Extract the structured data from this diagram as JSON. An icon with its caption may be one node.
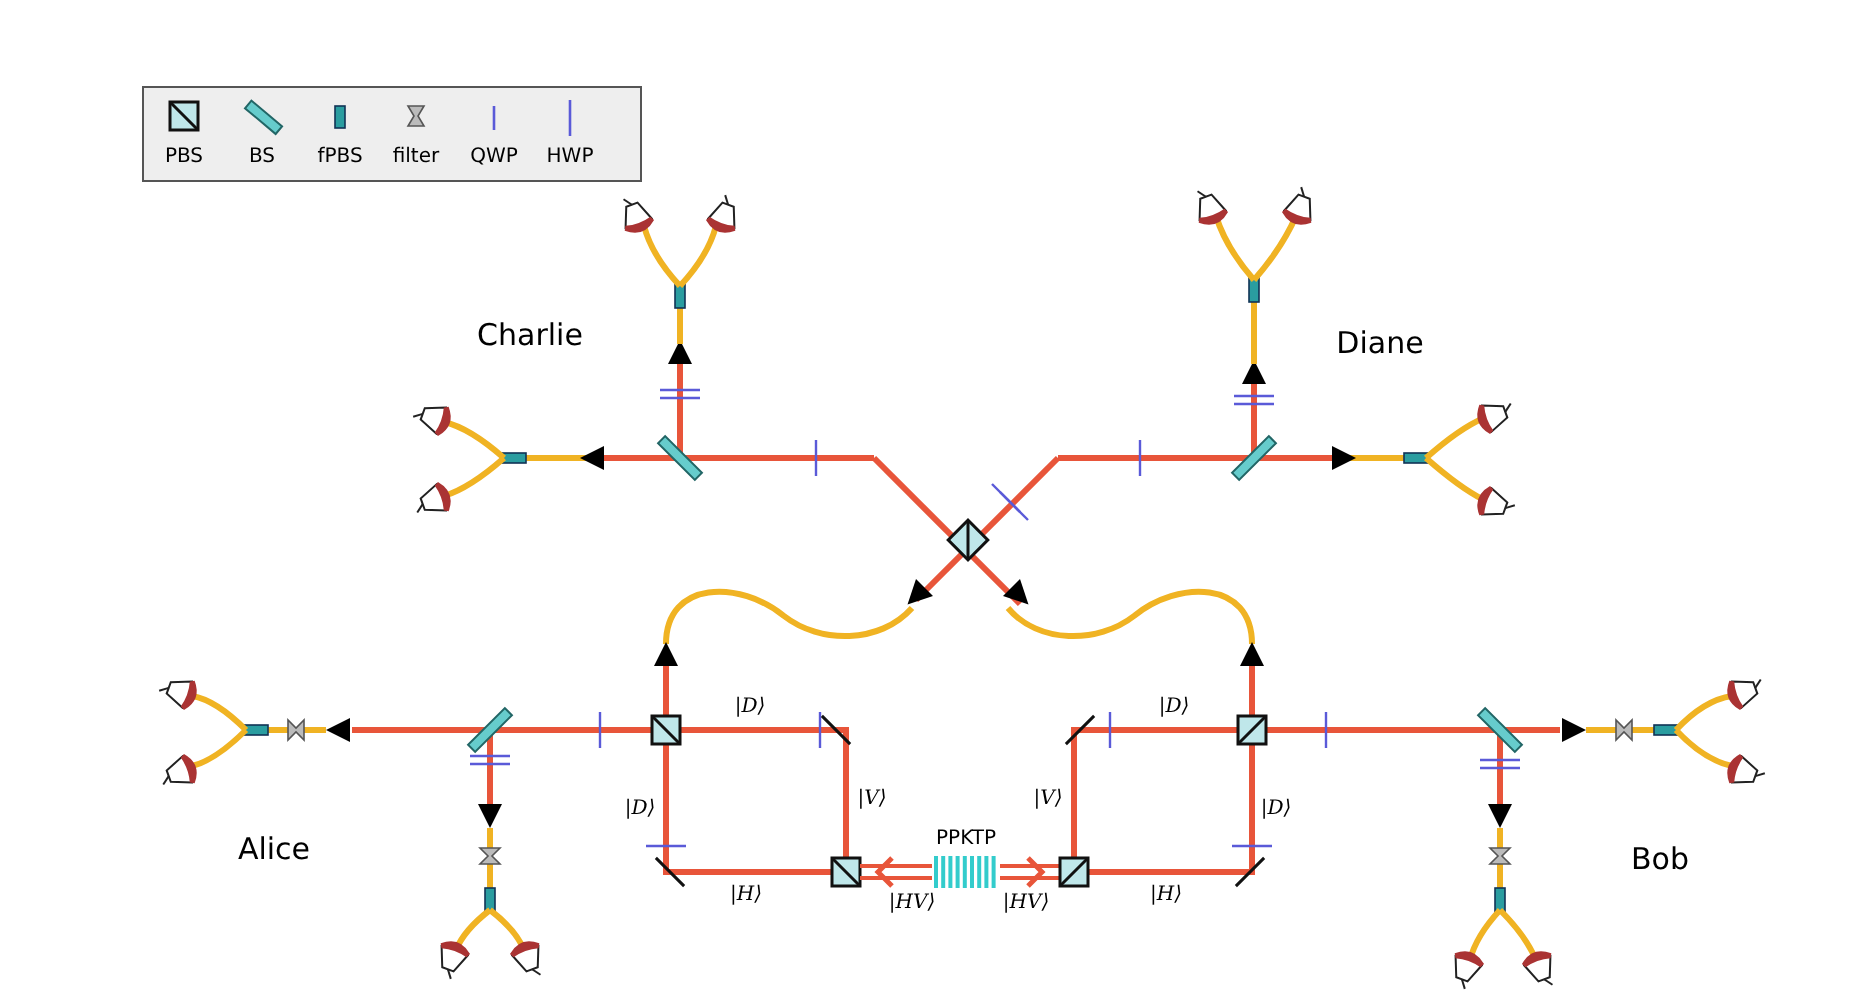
{
  "diagram": {
    "labels": [
      "Charlie",
      "Diane",
      "|D⟩",
      "|D⟩",
      "|D⟩",
      "|V⟩",
      "|V⟩",
      "|D⟩",
      "PPKTP",
      "Alice",
      "Bob",
      "|H⟩",
      "|HV⟩",
      "|HV⟩",
      "|H⟩"
    ],
    "legend": [
      {
        "text": "PBS"
      },
      {
        "text": "BS"
      },
      {
        "text": "fPBS"
      },
      {
        "text": "filter"
      },
      {
        "text": "QWP"
      },
      {
        "text": "HWP"
      }
    ]
  }
}
